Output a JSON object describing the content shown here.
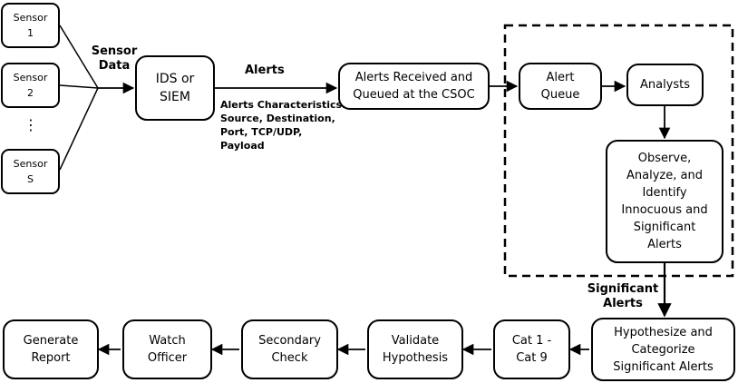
{
  "sensors": [
    {
      "label": "Sensor\n1"
    },
    {
      "label": "Sensor\n2"
    },
    {
      "label": "Sensor\nS"
    }
  ],
  "sensor_ellipsis": "⋮",
  "sensor_data_label": "Sensor\nData",
  "ids_node": "IDS or\nSIEM",
  "alerts_label": "Alerts",
  "alerts_characteristics": "Alerts Characteristics:\nSource, Destination,\nPort, TCP/UDP,\nPayload",
  "received_node": "Alerts Received and\nQueued at the CSOC",
  "alert_queue_node": "Alert\nQueue",
  "analysts_node": "Analysts",
  "observe_node": "Observe,\nAnalyze, and\nIdentify\nInnocuous and\nSignificant\nAlerts",
  "significant_alerts_label": "Significant\nAlerts",
  "hypothesize_node": "Hypothesize and\nCategorize\nSignificant Alerts",
  "cat_node": "Cat 1 -\nCat 9",
  "validate_node": "Validate\nHypothesis",
  "secondary_node": "Secondary\nCheck",
  "watch_node": "Watch\nOfficer",
  "report_node": "Generate\nReport"
}
